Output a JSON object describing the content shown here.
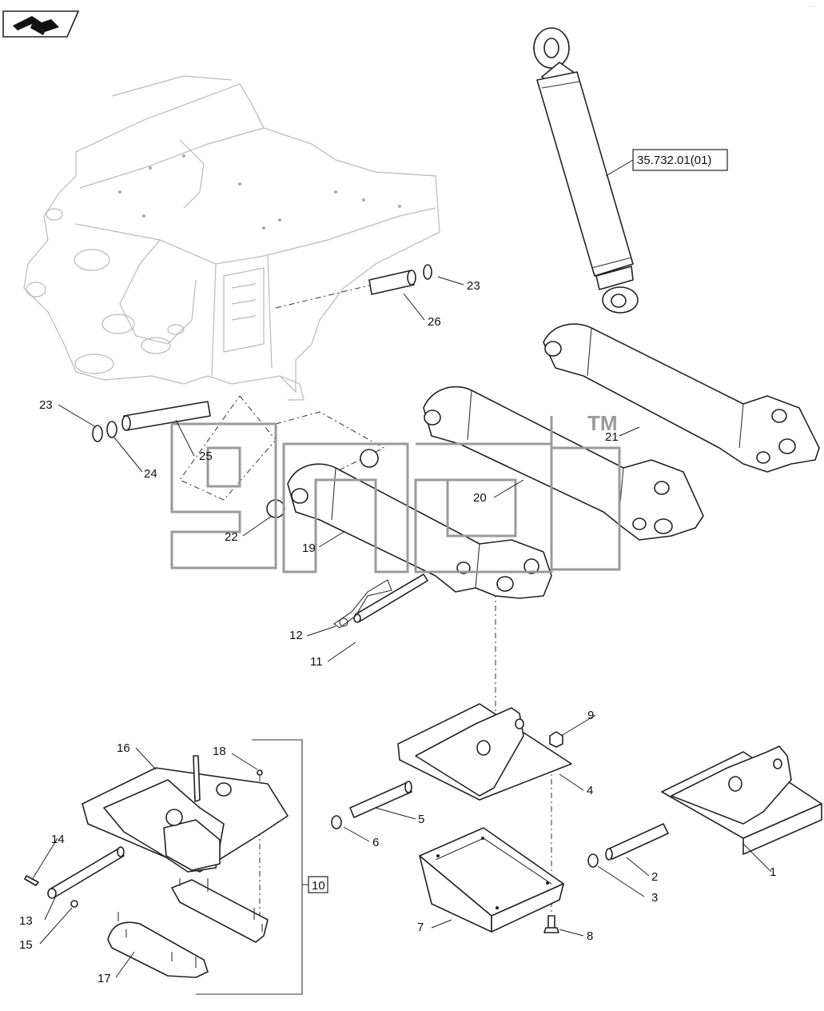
{
  "nav": {
    "icon": "arrow-down-right-icon"
  },
  "corner_mark": "· ···",
  "reference": "35.732.01(01)",
  "group_box_label": "10",
  "watermark": {
    "brand": "gnab",
    "trademark": "TM"
  },
  "callouts": [
    {
      "id": "c1",
      "label": "1"
    },
    {
      "id": "c2",
      "label": "2"
    },
    {
      "id": "c3",
      "label": "3"
    },
    {
      "id": "c4",
      "label": "4"
    },
    {
      "id": "c5",
      "label": "5"
    },
    {
      "id": "c6",
      "label": "6"
    },
    {
      "id": "c7",
      "label": "7"
    },
    {
      "id": "c8",
      "label": "8"
    },
    {
      "id": "c9",
      "label": "9"
    },
    {
      "id": "c11",
      "label": "11"
    },
    {
      "id": "c12",
      "label": "12"
    },
    {
      "id": "c13",
      "label": "13"
    },
    {
      "id": "c14",
      "label": "14"
    },
    {
      "id": "c15",
      "label": "15"
    },
    {
      "id": "c16",
      "label": "16"
    },
    {
      "id": "c17",
      "label": "17"
    },
    {
      "id": "c18",
      "label": "18"
    },
    {
      "id": "c19",
      "label": "19"
    },
    {
      "id": "c20",
      "label": "20"
    },
    {
      "id": "c21",
      "label": "21"
    },
    {
      "id": "c22",
      "label": "22"
    },
    {
      "id": "c23a",
      "label": "23"
    },
    {
      "id": "c23b",
      "label": "23"
    },
    {
      "id": "c24",
      "label": "24"
    },
    {
      "id": "c25",
      "label": "25"
    },
    {
      "id": "c26",
      "label": "26"
    }
  ]
}
